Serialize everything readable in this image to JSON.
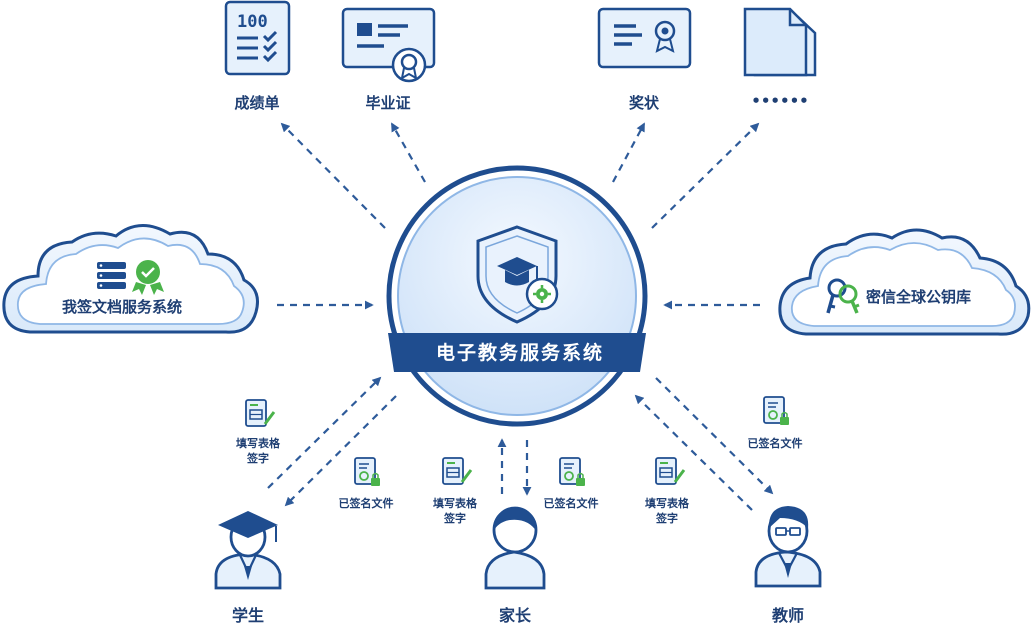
{
  "center": {
    "title": "电子教务服务系统"
  },
  "documents": [
    {
      "label": "成绩单",
      "icon_number": "100"
    },
    {
      "label": "毕业证"
    },
    {
      "label": "奖状"
    },
    {
      "label": "••••••"
    }
  ],
  "clouds": {
    "left": {
      "label": "我签文档服务系统"
    },
    "right": {
      "label": "密信全球公钥库"
    }
  },
  "actors": {
    "student": {
      "label": "学生"
    },
    "parent": {
      "label": "家长"
    },
    "teacher": {
      "label": "教师"
    }
  },
  "flows": {
    "fill_form_line1": "填写表格",
    "fill_form_line2": "签字",
    "signed_file": "已签名文件"
  },
  "colors": {
    "primary": "#1f4d8f",
    "arrow": "#2e5b9a",
    "light_fill": "#dcebfb",
    "icon_fill": "#e6f1fc",
    "green": "#4bb34b"
  }
}
